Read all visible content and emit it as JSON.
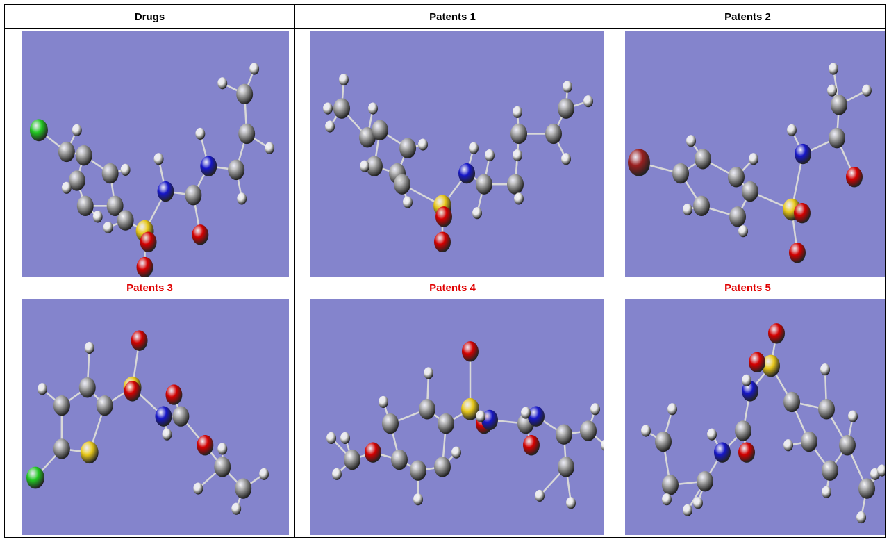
{
  "table": {
    "headers": [
      "Drugs",
      "Patents 1",
      "Patents 2",
      "Patents 3",
      "Patents 4",
      "Patents 5"
    ],
    "header_color_row1": "#000000",
    "header_color_row2": "#e00000",
    "panel_background": "#8484cc"
  },
  "atom_colors": {
    "C": "#9a9a9a",
    "H": "#e8e8e8",
    "N": "#1616c8",
    "O": "#d40000",
    "S": "#e8c81a",
    "Cl": "#22c822",
    "Br": "#9a2020"
  },
  "molecules": [
    {
      "name": "Drugs",
      "atoms": [
        [
          "Cl",
          25,
          137
        ],
        [
          "C",
          65,
          167
        ],
        [
          "H",
          80,
          137
        ],
        [
          "C",
          90,
          172
        ],
        [
          "C",
          80,
          207
        ],
        [
          "H",
          65,
          217
        ],
        [
          "C",
          92,
          242
        ],
        [
          "H",
          110,
          257
        ],
        [
          "C",
          135,
          242
        ],
        [
          "C",
          128,
          197
        ],
        [
          "H",
          150,
          192
        ],
        [
          "C",
          150,
          262
        ],
        [
          "H",
          125,
          272
        ],
        [
          "S",
          178,
          277
        ],
        [
          "O",
          183,
          292
        ],
        [
          "O",
          178,
          327
        ],
        [
          "N",
          208,
          222
        ],
        [
          "H",
          198,
          177
        ],
        [
          "C",
          248,
          227
        ],
        [
          "O",
          258,
          282
        ],
        [
          "N",
          270,
          187
        ],
        [
          "H",
          258,
          142
        ],
        [
          "C",
          310,
          192
        ],
        [
          "H",
          318,
          232
        ],
        [
          "C",
          325,
          142
        ],
        [
          "C",
          322,
          87
        ],
        [
          "H",
          290,
          72
        ],
        [
          "H",
          336,
          52
        ],
        [
          "H",
          358,
          162
        ]
      ],
      "bonds": [
        [
          0,
          1
        ],
        [
          1,
          2
        ],
        [
          1,
          3
        ],
        [
          3,
          4
        ],
        [
          4,
          5
        ],
        [
          4,
          6
        ],
        [
          6,
          7
        ],
        [
          6,
          8
        ],
        [
          8,
          9
        ],
        [
          9,
          3
        ],
        [
          9,
          10
        ],
        [
          8,
          11
        ],
        [
          11,
          12
        ],
        [
          11,
          13
        ],
        [
          13,
          14
        ],
        [
          13,
          15
        ],
        [
          13,
          16
        ],
        [
          16,
          17
        ],
        [
          16,
          18
        ],
        [
          18,
          19
        ],
        [
          18,
          20
        ],
        [
          20,
          21
        ],
        [
          20,
          22
        ],
        [
          22,
          23
        ],
        [
          22,
          24
        ],
        [
          24,
          25
        ],
        [
          25,
          26
        ],
        [
          25,
          27
        ],
        [
          24,
          28
        ]
      ]
    },
    {
      "name": "Patents 1",
      "atoms": [
        [
          "H",
          48,
          67
        ],
        [
          "C",
          45,
          107
        ],
        [
          "H",
          25,
          107
        ],
        [
          "H",
          28,
          132
        ],
        [
          "C",
          82,
          147
        ],
        [
          "H",
          90,
          107
        ],
        [
          "C",
          100,
          137
        ],
        [
          "C",
          140,
          162
        ],
        [
          "H",
          162,
          157
        ],
        [
          "C",
          125,
          197
        ],
        [
          "C",
          92,
          187
        ],
        [
          "H",
          78,
          187
        ],
        [
          "C",
          132,
          212
        ],
        [
          "H",
          140,
          237
        ],
        [
          "S",
          190,
          242
        ],
        [
          "O",
          192,
          257
        ],
        [
          "O",
          190,
          292
        ],
        [
          "N",
          225,
          197
        ],
        [
          "H",
          235,
          162
        ],
        [
          "C",
          250,
          212
        ],
        [
          "H",
          240,
          252
        ],
        [
          "H",
          258,
          172
        ],
        [
          "C",
          295,
          212
        ],
        [
          "H",
          298,
          172
        ],
        [
          "C",
          300,
          142
        ],
        [
          "H",
          298,
          112
        ],
        [
          "C",
          350,
          142
        ],
        [
          "C",
          368,
          107
        ],
        [
          "H",
          370,
          77
        ],
        [
          "H",
          400,
          97
        ],
        [
          "H",
          368,
          177
        ],
        [
          "H",
          300,
          232
        ]
      ],
      "bonds": [
        [
          0,
          1
        ],
        [
          1,
          2
        ],
        [
          1,
          3
        ],
        [
          1,
          4
        ],
        [
          4,
          5
        ],
        [
          4,
          6
        ],
        [
          6,
          7
        ],
        [
          7,
          8
        ],
        [
          7,
          9
        ],
        [
          9,
          10
        ],
        [
          10,
          11
        ],
        [
          6,
          10
        ],
        [
          9,
          12
        ],
        [
          12,
          13
        ],
        [
          12,
          14
        ],
        [
          14,
          15
        ],
        [
          14,
          16
        ],
        [
          14,
          17
        ],
        [
          17,
          18
        ],
        [
          17,
          19
        ],
        [
          19,
          20
        ],
        [
          19,
          21
        ],
        [
          19,
          22
        ],
        [
          22,
          23
        ],
        [
          22,
          24
        ],
        [
          24,
          25
        ],
        [
          24,
          26
        ],
        [
          26,
          27
        ],
        [
          27,
          28
        ],
        [
          27,
          29
        ],
        [
          26,
          30
        ],
        [
          22,
          31
        ]
      ]
    },
    {
      "name": "Patents 2",
      "atoms": [
        [
          "Br",
          20,
          182
        ],
        [
          "C",
          80,
          197
        ],
        [
          "C",
          112,
          177
        ],
        [
          "H",
          95,
          152
        ],
        [
          "C",
          110,
          242
        ],
        [
          "H",
          90,
          247
        ],
        [
          "C",
          160,
          202
        ],
        [
          "H",
          185,
          177
        ],
        [
          "C",
          180,
          222
        ],
        [
          "C",
          162,
          257
        ],
        [
          "H",
          170,
          277
        ],
        [
          "S",
          240,
          247
        ],
        [
          "O",
          255,
          252
        ],
        [
          "O",
          248,
          307
        ],
        [
          "N",
          256,
          170
        ],
        [
          "H",
          240,
          137
        ],
        [
          "C",
          305,
          148
        ],
        [
          "O",
          330,
          202
        ],
        [
          "C",
          308,
          102
        ],
        [
          "H",
          300,
          52
        ],
        [
          "H",
          298,
          82
        ],
        [
          "H",
          348,
          82
        ]
      ],
      "bonds": [
        [
          0,
          1
        ],
        [
          1,
          2
        ],
        [
          2,
          3
        ],
        [
          1,
          4
        ],
        [
          4,
          5
        ],
        [
          2,
          6
        ],
        [
          6,
          7
        ],
        [
          6,
          8
        ],
        [
          8,
          9
        ],
        [
          9,
          4
        ],
        [
          9,
          10
        ],
        [
          8,
          11
        ],
        [
          11,
          12
        ],
        [
          11,
          13
        ],
        [
          11,
          14
        ],
        [
          14,
          15
        ],
        [
          14,
          16
        ],
        [
          16,
          17
        ],
        [
          16,
          18
        ],
        [
          18,
          19
        ],
        [
          18,
          20
        ],
        [
          18,
          21
        ]
      ]
    },
    {
      "name": "Patents 3",
      "atoms": [
        [
          "Cl",
          20,
          247
        ],
        [
          "C",
          58,
          207
        ],
        [
          "S",
          98,
          212
        ],
        [
          "C",
          58,
          147
        ],
        [
          "H",
          30,
          124
        ],
        [
          "C",
          95,
          122
        ],
        [
          "H",
          98,
          67
        ],
        [
          "C",
          120,
          147
        ],
        [
          "S",
          160,
          122
        ],
        [
          "O",
          160,
          127
        ],
        [
          "O",
          170,
          57
        ],
        [
          "N",
          205,
          162
        ],
        [
          "H",
          210,
          187
        ],
        [
          "C",
          230,
          162
        ],
        [
          "O",
          220,
          132
        ],
        [
          "O",
          265,
          202
        ],
        [
          "C",
          290,
          232
        ],
        [
          "H",
          290,
          207
        ],
        [
          "C",
          320,
          262
        ],
        [
          "H",
          350,
          242
        ],
        [
          "H",
          310,
          290
        ],
        [
          "H",
          255,
          262
        ]
      ],
      "bonds": [
        [
          0,
          1
        ],
        [
          1,
          2
        ],
        [
          1,
          3
        ],
        [
          3,
          4
        ],
        [
          3,
          5
        ],
        [
          5,
          6
        ],
        [
          5,
          7
        ],
        [
          7,
          2
        ],
        [
          7,
          8
        ],
        [
          8,
          9
        ],
        [
          8,
          10
        ],
        [
          8,
          11
        ],
        [
          11,
          12
        ],
        [
          11,
          13
        ],
        [
          13,
          14
        ],
        [
          13,
          15
        ],
        [
          15,
          16
        ],
        [
          16,
          17
        ],
        [
          16,
          18
        ],
        [
          18,
          19
        ],
        [
          18,
          20
        ],
        [
          16,
          21
        ]
      ]
    },
    {
      "name": "Patents 4",
      "atoms": [
        [
          "H",
          30,
          192
        ],
        [
          "C",
          60,
          222
        ],
        [
          "H",
          50,
          192
        ],
        [
          "H",
          38,
          242
        ],
        [
          "O",
          90,
          212
        ],
        [
          "C",
          128,
          222
        ],
        [
          "C",
          115,
          172
        ],
        [
          "H",
          105,
          142
        ],
        [
          "C",
          155,
          237
        ],
        [
          "H",
          155,
          277
        ],
        [
          "C",
          168,
          152
        ],
        [
          "H",
          170,
          102
        ],
        [
          "C",
          190,
          232
        ],
        [
          "H",
          210,
          212
        ],
        [
          "C",
          195,
          172
        ],
        [
          "S",
          230,
          152
        ],
        [
          "O",
          230,
          72
        ],
        [
          "O",
          250,
          172
        ],
        [
          "N",
          258,
          167
        ],
        [
          "H",
          245,
          162
        ],
        [
          "C",
          310,
          172
        ],
        [
          "O",
          318,
          202
        ],
        [
          "N",
          325,
          162
        ],
        [
          "H",
          310,
          157
        ],
        [
          "C",
          365,
          187
        ],
        [
          "C",
          368,
          232
        ],
        [
          "H",
          330,
          272
        ],
        [
          "H",
          375,
          282
        ],
        [
          "C",
          400,
          182
        ],
        [
          "H",
          410,
          152
        ],
        [
          "H",
          425,
          202
        ]
      ],
      "bonds": [
        [
          0,
          1
        ],
        [
          1,
          2
        ],
        [
          1,
          3
        ],
        [
          1,
          4
        ],
        [
          4,
          5
        ],
        [
          5,
          6
        ],
        [
          6,
          7
        ],
        [
          5,
          8
        ],
        [
          8,
          9
        ],
        [
          6,
          10
        ],
        [
          10,
          11
        ],
        [
          8,
          12
        ],
        [
          12,
          13
        ],
        [
          12,
          14
        ],
        [
          14,
          10
        ],
        [
          14,
          15
        ],
        [
          15,
          16
        ],
        [
          15,
          17
        ],
        [
          15,
          18
        ],
        [
          18,
          19
        ],
        [
          18,
          20
        ],
        [
          20,
          21
        ],
        [
          20,
          22
        ],
        [
          22,
          23
        ],
        [
          22,
          24
        ],
        [
          24,
          25
        ],
        [
          25,
          26
        ],
        [
          25,
          27
        ],
        [
          24,
          28
        ],
        [
          28,
          29
        ],
        [
          28,
          30
        ]
      ]
    },
    {
      "name": "Patents 5",
      "atoms": [
        [
          "H",
          30,
          182
        ],
        [
          "C",
          55,
          197
        ],
        [
          "H",
          68,
          152
        ],
        [
          "C",
          65,
          257
        ],
        [
          "H",
          60,
          277
        ],
        [
          "C",
          115,
          252
        ],
        [
          "H",
          90,
          292
        ],
        [
          "H",
          105,
          282
        ],
        [
          "N",
          140,
          212
        ],
        [
          "H",
          125,
          187
        ],
        [
          "C",
          170,
          182
        ],
        [
          "O",
          175,
          212
        ],
        [
          "N",
          180,
          127
        ],
        [
          "H",
          175,
          112
        ],
        [
          "S",
          210,
          92
        ],
        [
          "O",
          190,
          87
        ],
        [
          "O",
          218,
          47
        ],
        [
          "C",
          240,
          142
        ],
        [
          "C",
          265,
          197
        ],
        [
          "H",
          235,
          202
        ],
        [
          "C",
          290,
          152
        ],
        [
          "H",
          288,
          97
        ],
        [
          "C",
          320,
          202
        ],
        [
          "H",
          328,
          162
        ],
        [
          "C",
          295,
          237
        ],
        [
          "H",
          290,
          267
        ],
        [
          "C",
          348,
          262
        ],
        [
          "H",
          360,
          242
        ],
        [
          "H",
          340,
          302
        ],
        [
          "H",
          370,
          237
        ]
      ],
      "bonds": [
        [
          0,
          1
        ],
        [
          1,
          2
        ],
        [
          1,
          3
        ],
        [
          3,
          4
        ],
        [
          3,
          5
        ],
        [
          5,
          6
        ],
        [
          5,
          7
        ],
        [
          5,
          8
        ],
        [
          8,
          9
        ],
        [
          8,
          10
        ],
        [
          10,
          11
        ],
        [
          10,
          12
        ],
        [
          12,
          13
        ],
        [
          12,
          14
        ],
        [
          14,
          15
        ],
        [
          14,
          16
        ],
        [
          14,
          17
        ],
        [
          17,
          18
        ],
        [
          18,
          19
        ],
        [
          17,
          20
        ],
        [
          20,
          21
        ],
        [
          20,
          22
        ],
        [
          22,
          23
        ],
        [
          22,
          24
        ],
        [
          24,
          18
        ],
        [
          24,
          25
        ],
        [
          22,
          26
        ],
        [
          26,
          27
        ],
        [
          26,
          28
        ],
        [
          26,
          29
        ]
      ]
    }
  ]
}
